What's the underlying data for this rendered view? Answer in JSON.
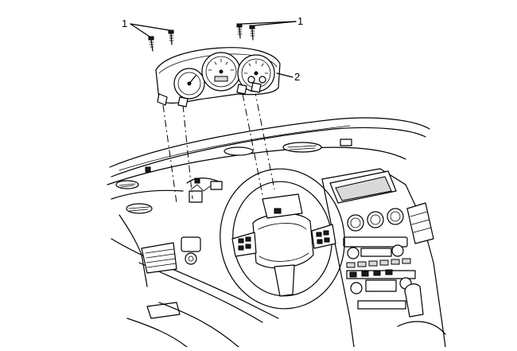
{
  "callouts": {
    "fasteners_label": "1",
    "fasteners_label_right": "1",
    "cluster_label": "2"
  }
}
